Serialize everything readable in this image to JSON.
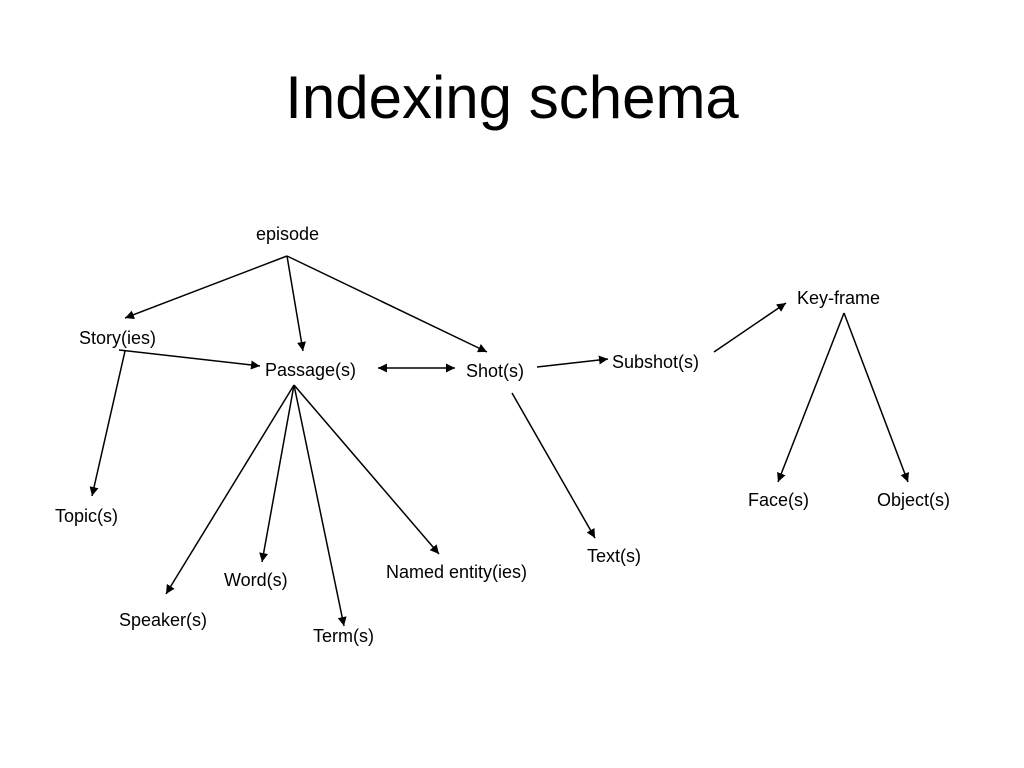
{
  "title": "Indexing schema",
  "nodes": {
    "episode": "episode",
    "stories": "Story(ies)",
    "passages": "Passage(s)",
    "shots": "Shot(s)",
    "subshots": "Subshot(s)",
    "keyframe": "Key-frame",
    "topics": "Topic(s)",
    "speakers": "Speaker(s)",
    "words": "Word(s)",
    "terms": "Term(s)",
    "named_entities": "Named entity(ies)",
    "texts": "Text(s)",
    "faces": "Face(s)",
    "objects": "Object(s)"
  },
  "edges": [
    {
      "from": "episode",
      "to": "stories",
      "direction": "forward"
    },
    {
      "from": "episode",
      "to": "passages",
      "direction": "forward"
    },
    {
      "from": "episode",
      "to": "shots",
      "direction": "forward"
    },
    {
      "from": "stories",
      "to": "passages",
      "direction": "forward"
    },
    {
      "from": "stories",
      "to": "topics",
      "direction": "forward"
    },
    {
      "from": "passages",
      "to": "shots",
      "direction": "both"
    },
    {
      "from": "passages",
      "to": "speakers",
      "direction": "forward"
    },
    {
      "from": "passages",
      "to": "words",
      "direction": "forward"
    },
    {
      "from": "passages",
      "to": "terms",
      "direction": "forward"
    },
    {
      "from": "passages",
      "to": "named_entities",
      "direction": "forward"
    },
    {
      "from": "shots",
      "to": "subshots",
      "direction": "forward"
    },
    {
      "from": "shots",
      "to": "texts",
      "direction": "forward"
    },
    {
      "from": "subshots",
      "to": "keyframe",
      "direction": "forward"
    },
    {
      "from": "keyframe",
      "to": "faces",
      "direction": "forward"
    },
    {
      "from": "keyframe",
      "to": "objects",
      "direction": "forward"
    }
  ],
  "colors": {
    "line": "#000000",
    "background": "#ffffff",
    "text": "#000000"
  }
}
